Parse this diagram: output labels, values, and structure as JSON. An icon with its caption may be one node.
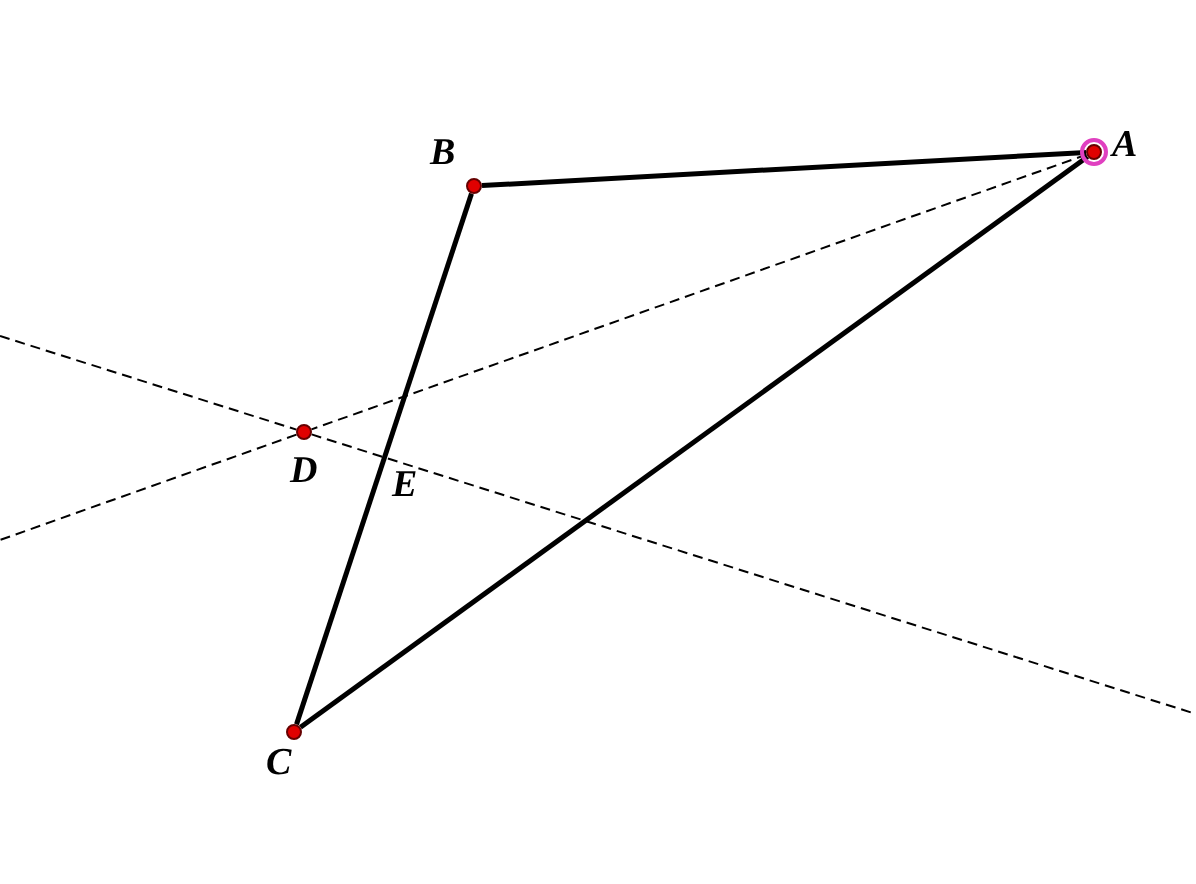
{
  "diagram": {
    "nodes": [
      {
        "text": [
          "A"
        ]
      },
      {
        "text": [
          "B"
        ]
      },
      {
        "text": [
          "C"
        ]
      },
      {
        "text": [
          "D"
        ]
      }
    ],
    "edges": [
      {
        "from": 0,
        "to": 1,
        "arrow": "none",
        "style": "thick"
      },
      {
        "from": 1,
        "to": 2,
        "arrow": "none",
        "style": "thick"
      },
      {
        "from": 2,
        "to": 0,
        "arrow": "none",
        "style": "thick"
      },
      {
        "from": 0,
        "to": 3,
        "arrow": "none",
        "style": "dashed"
      },
      {
        "from": 3,
        "to": null,
        "arrow": "none",
        "style": "dashed"
      },
      {
        "from": null,
        "to": 3,
        "arrow": "none",
        "style": "dashed"
      },
      {
        "from": 3,
        "to": null,
        "arrow": "none",
        "style": "dashed"
      }
    ],
    "labels": [
      "E"
    ]
  }
}
